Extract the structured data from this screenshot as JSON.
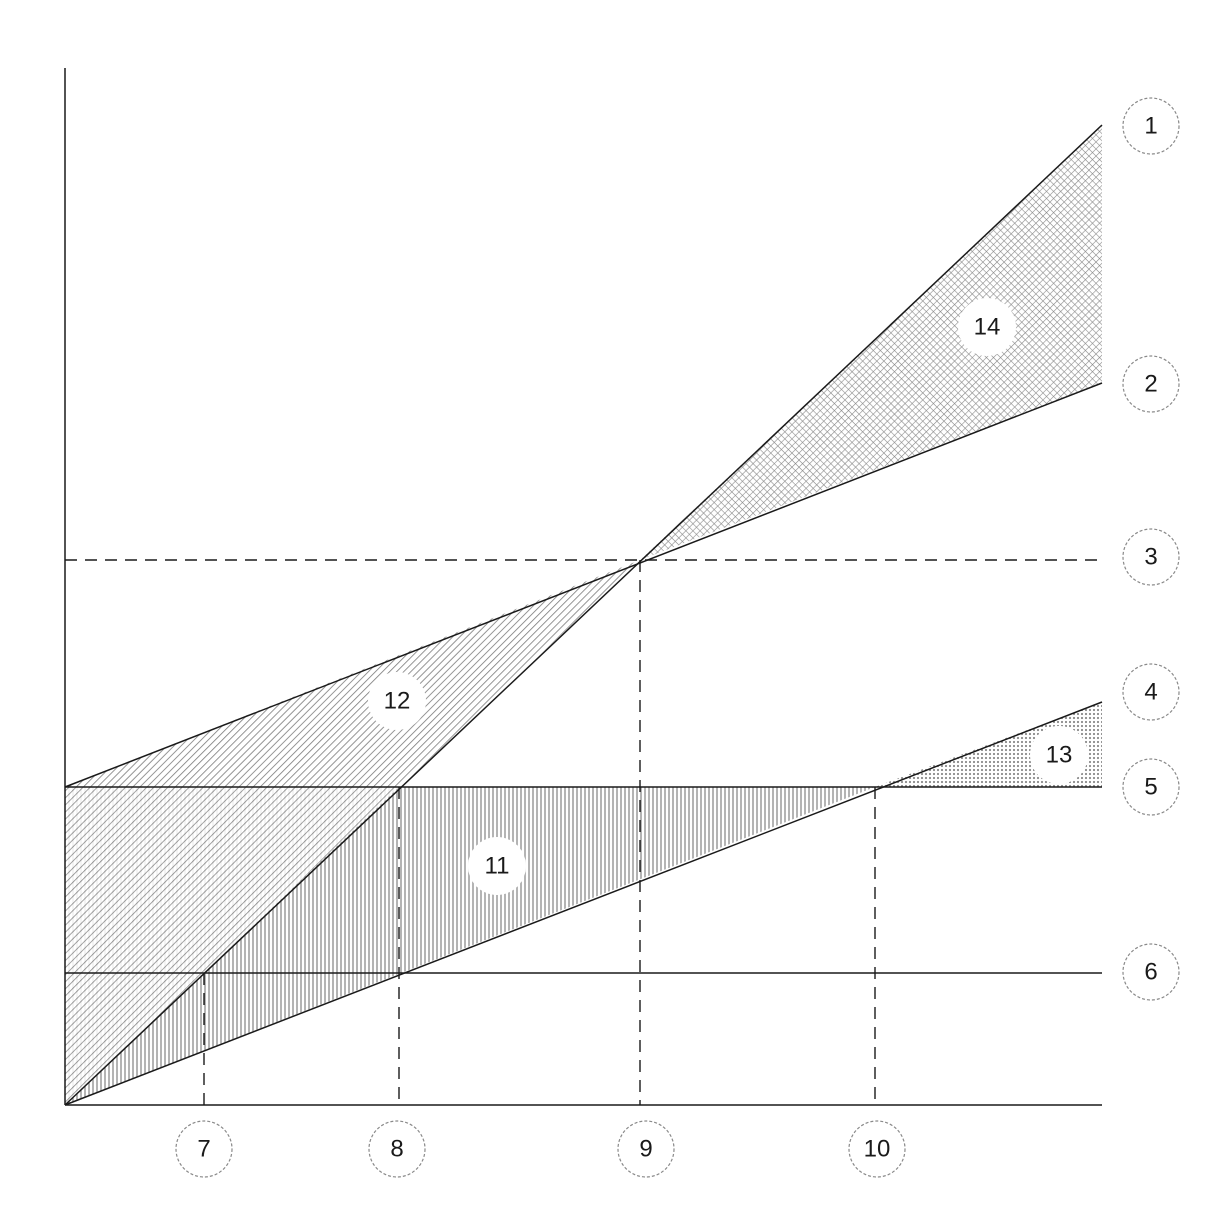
{
  "callouts": {
    "c1": "1",
    "c2": "2",
    "c3": "3",
    "c4": "4",
    "c5": "5",
    "c6": "6",
    "c7": "7",
    "c8": "8",
    "c9": "9",
    "c10": "10"
  },
  "regions": {
    "r11": "11",
    "r12": "12",
    "r13": "13",
    "r14": "14"
  },
  "colors": {
    "line": "#1a1a1a",
    "hatch": "#8c8c8c",
    "callout_border": "#8a8a8a"
  }
}
